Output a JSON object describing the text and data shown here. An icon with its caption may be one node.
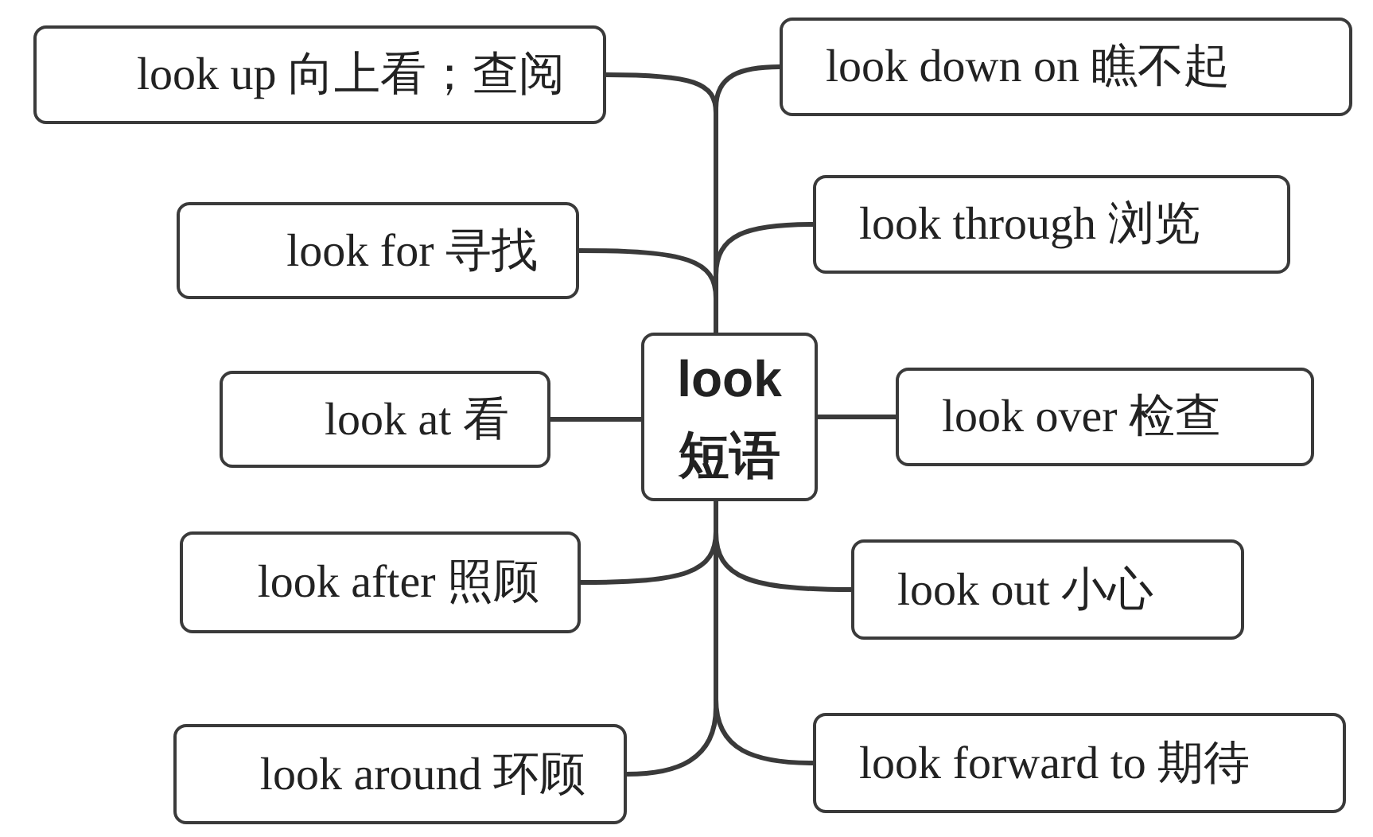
{
  "diagram": {
    "nodes": [
      {
        "text": [
          "look 短语"
        ]
      },
      {
        "text": [
          "look up 向上看；查阅"
        ]
      },
      {
        "text": [
          "look down on 瞧不起"
        ]
      },
      {
        "text": [
          "look for 寻找"
        ]
      },
      {
        "text": [
          "look through 浏览"
        ]
      },
      {
        "text": [
          "look at 看"
        ]
      },
      {
        "text": [
          "look over 检查"
        ]
      },
      {
        "text": [
          "look after 照顾"
        ]
      },
      {
        "text": [
          "look out 小心"
        ]
      },
      {
        "text": [
          "look around 环顾"
        ]
      },
      {
        "text": [
          "look forward to 期待"
        ]
      }
    ],
    "edges": [
      {
        "from": 0,
        "to": 1,
        "arrow": "none"
      },
      {
        "from": 0,
        "to": 2,
        "arrow": "none"
      },
      {
        "from": 0,
        "to": 3,
        "arrow": "none"
      },
      {
        "from": 0,
        "to": 4,
        "arrow": "none"
      },
      {
        "from": 0,
        "to": 5,
        "arrow": "none"
      },
      {
        "from": 0,
        "to": 6,
        "arrow": "none"
      },
      {
        "from": 0,
        "to": 7,
        "arrow": "none"
      },
      {
        "from": 0,
        "to": 8,
        "arrow": "none"
      },
      {
        "from": 0,
        "to": 9,
        "arrow": "none"
      },
      {
        "from": 0,
        "to": 10,
        "arrow": "none"
      }
    ]
  }
}
